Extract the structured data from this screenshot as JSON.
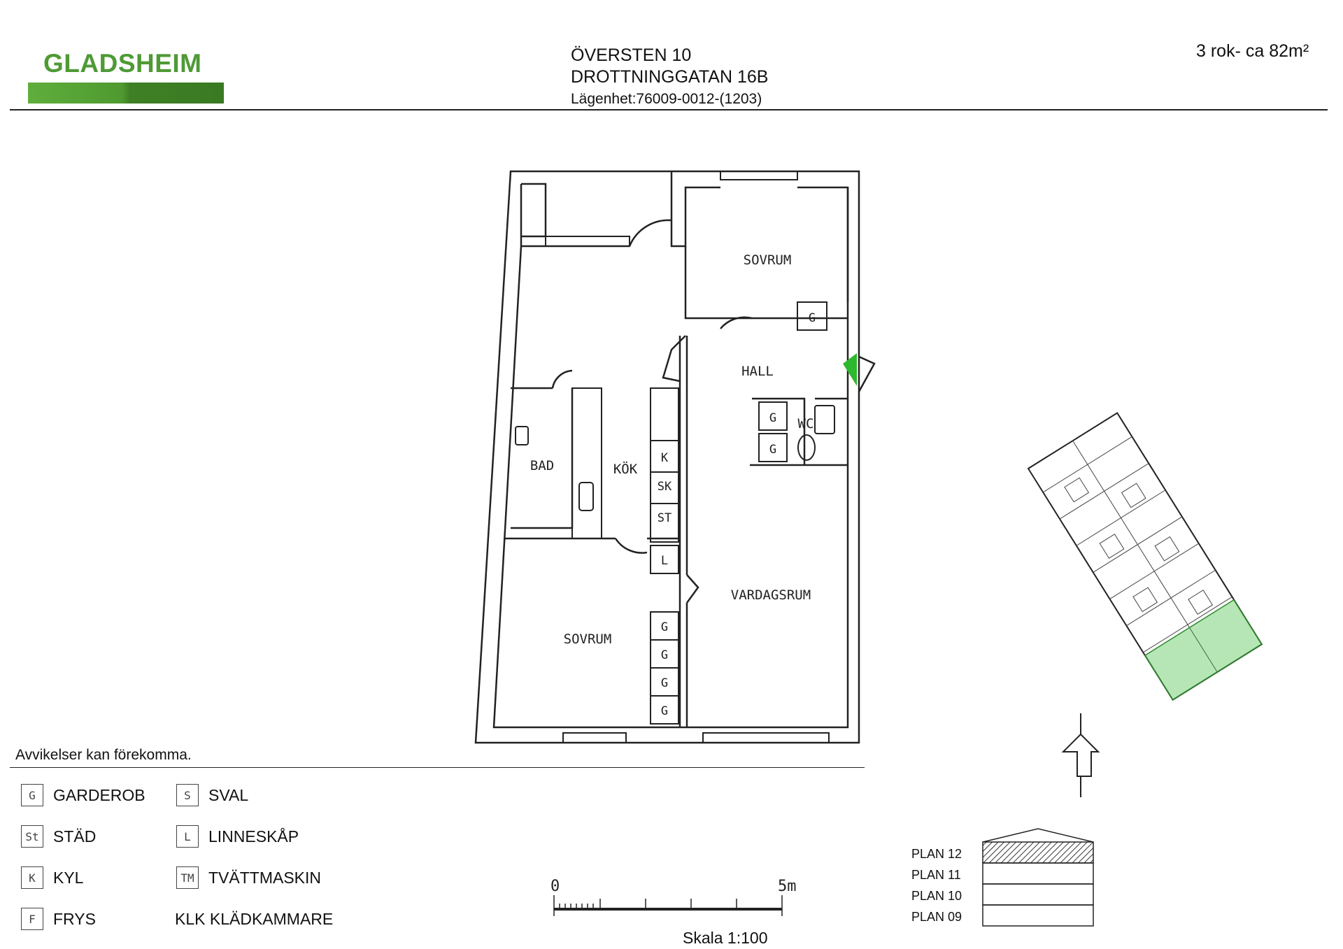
{
  "brand": {
    "name": "GLADSHEIM",
    "color": "#4e9a35"
  },
  "header": {
    "title": "ÖVERSTEN 10",
    "address": "DROTTNINGGATAN 16B",
    "apartment": "Lägenhet:76009-0012-(1203)",
    "size": "3 rok- ca 82m²"
  },
  "rooms": {
    "sovrum_top": "SOVRUM",
    "hall": "HALL",
    "wc": "WC",
    "bad": "BAD",
    "kok": "KÖK",
    "vardagsrum": "VARDAGSRUM",
    "sovrum_bottom": "SOVRUM",
    "k": "K",
    "sk": "SK",
    "st": "ST",
    "l": "L",
    "g": "G"
  },
  "disclaimer": "Avvikelser kan förekomma.",
  "legend": [
    {
      "code": "G",
      "label": "GARDEROB"
    },
    {
      "code": "S",
      "label": "SVAL"
    },
    {
      "code": "St",
      "label": "STÄD"
    },
    {
      "code": "L",
      "label": "LINNESKÅP"
    },
    {
      "code": "K",
      "label": "KYL"
    },
    {
      "code": "TM",
      "label": "TVÄTTMASKIN"
    },
    {
      "code": "F",
      "label": "FRYS"
    },
    {
      "code": "",
      "label": "KLK KLÄDKAMMARE"
    }
  ],
  "scale": {
    "start": "0",
    "end": "5m",
    "label": "Skala 1:100"
  },
  "plans": [
    "PLAN 12",
    "PLAN 11",
    "PLAN 10",
    "PLAN 09"
  ],
  "current_plan": "PLAN 12",
  "colors": {
    "highlight": "#2db82d",
    "lines": "#222222"
  }
}
